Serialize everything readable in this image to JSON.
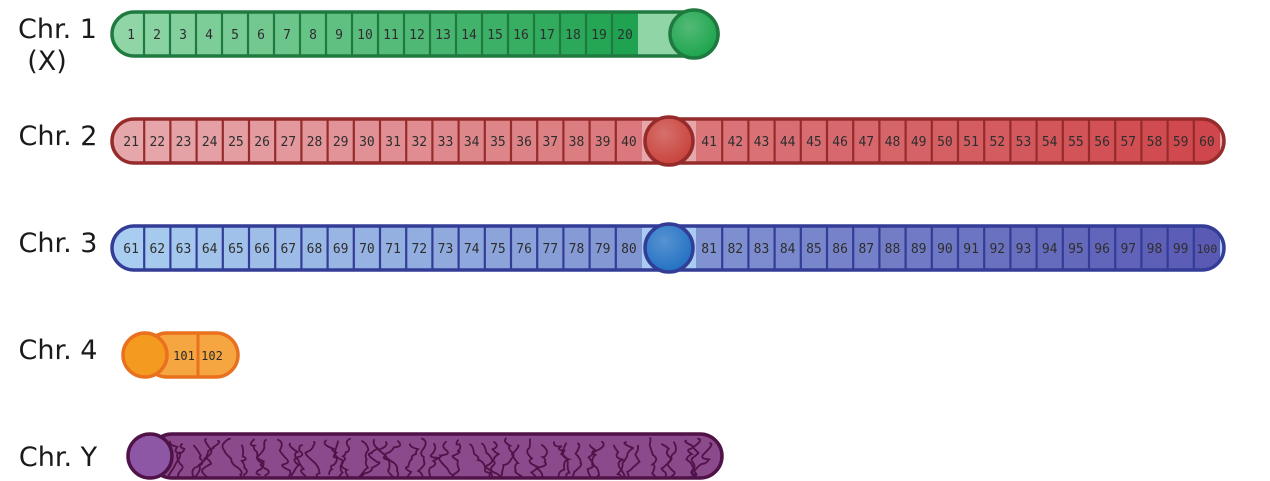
{
  "chromosomes": [
    {
      "id": "chr1",
      "label": "Chr. 1",
      "sublabel": "(X)",
      "colors": {
        "border": "#1f7a3f",
        "light": "#8fd5a6",
        "dark": "#1fa350",
        "centromere": "#1aa34a"
      },
      "bands": [
        "1",
        "2",
        "3",
        "4",
        "5",
        "6",
        "7",
        "8",
        "9",
        "10",
        "11",
        "12",
        "13",
        "14",
        "15",
        "16",
        "17",
        "18",
        "19",
        "20"
      ],
      "centromere_after_band": 20
    },
    {
      "id": "chr2",
      "label": "Chr. 2",
      "sublabel": "",
      "colors": {
        "border": "#962b2b",
        "light": "#e6a7ab",
        "dark": "#cf474c",
        "centromere": "#c8403a"
      },
      "bands": [
        "21",
        "22",
        "23",
        "24",
        "25",
        "26",
        "27",
        "28",
        "29",
        "30",
        "31",
        "32",
        "33",
        "34",
        "35",
        "36",
        "37",
        "38",
        "39",
        "40",
        "41",
        "42",
        "43",
        "44",
        "45",
        "46",
        "47",
        "48",
        "49",
        "50",
        "51",
        "52",
        "53",
        "54",
        "55",
        "56",
        "57",
        "58",
        "59",
        "60"
      ],
      "centromere_after_band": 20
    },
    {
      "id": "chr3",
      "label": "Chr. 3",
      "sublabel": "",
      "colors": {
        "border": "#333c96",
        "light": "#a8cdf0",
        "dark": "#5a5ab4",
        "centromere": "#1f6fc2"
      },
      "bands": [
        "61",
        "62",
        "63",
        "64",
        "65",
        "66",
        "67",
        "68",
        "69",
        "70",
        "71",
        "72",
        "73",
        "74",
        "75",
        "76",
        "77",
        "78",
        "79",
        "80",
        "81",
        "82",
        "83",
        "84",
        "85",
        "86",
        "87",
        "88",
        "89",
        "90",
        "91",
        "92",
        "93",
        "94",
        "95",
        "96",
        "97",
        "98",
        "99",
        "100"
      ],
      "centromere_after_band": 20
    },
    {
      "id": "chr4",
      "label": "Chr. 4",
      "sublabel": "",
      "colors": {
        "border": "#e8701e",
        "light": "#f8b85a",
        "dark": "#f6a641",
        "centromere": "#f39a1f"
      },
      "bands": [
        "101",
        "102"
      ],
      "centromere_after_band": 0
    },
    {
      "id": "chrY",
      "label": "Chr. Y",
      "sublabel": "",
      "colors": {
        "border": "#4f1348",
        "light": "#9a5b9a",
        "dark": "#8a4a8c",
        "centromere": "#8e57a6"
      },
      "bands": [],
      "centromere_after_band": 0,
      "pattern": "squiggle"
    }
  ]
}
